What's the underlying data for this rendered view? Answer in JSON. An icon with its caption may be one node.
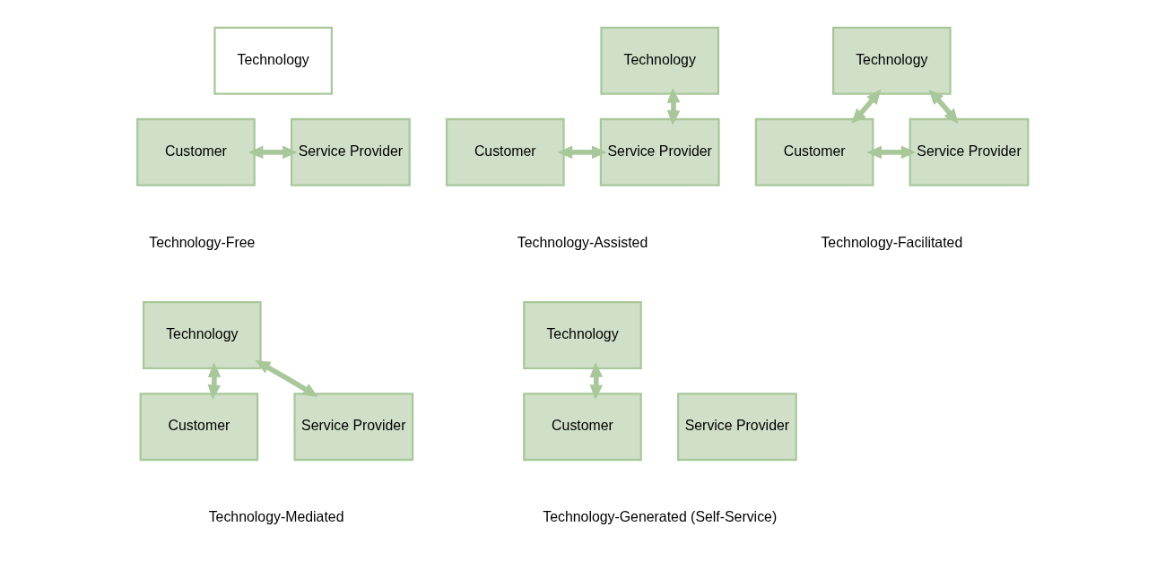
{
  "diagram": {
    "nodes": [
      {
        "text": [
          "Technology"
        ]
      },
      {
        "text": [
          "Customer"
        ]
      },
      {
        "text": [
          "Service Provider"
        ]
      },
      {
        "text": [
          "Technology"
        ]
      },
      {
        "text": [
          "Customer"
        ]
      },
      {
        "text": [
          "Service Provider"
        ]
      },
      {
        "text": [
          "Technology"
        ]
      },
      {
        "text": [
          "Customer"
        ]
      },
      {
        "text": [
          "Service Provider"
        ]
      },
      {
        "text": [
          "Technology"
        ]
      },
      {
        "text": [
          "Customer"
        ]
      },
      {
        "text": [
          "Service Provider"
        ]
      },
      {
        "text": [
          "Technology"
        ]
      },
      {
        "text": [
          "Customer"
        ]
      },
      {
        "text": [
          "Service Provider"
        ]
      }
    ],
    "edges": [
      {
        "from": 1,
        "to": 2,
        "arrow": "both"
      },
      {
        "from": 5,
        "to": 3,
        "arrow": "both"
      },
      {
        "from": 4,
        "to": 5,
        "arrow": "both"
      },
      {
        "from": 7,
        "to": 6,
        "arrow": "both"
      },
      {
        "from": 8,
        "to": 6,
        "arrow": "both"
      },
      {
        "from": 7,
        "to": 8,
        "arrow": "both"
      },
      {
        "from": 9,
        "to": 10,
        "arrow": "both"
      },
      {
        "from": 9,
        "to": 11,
        "arrow": "both"
      },
      {
        "from": 12,
        "to": 13,
        "arrow": "both"
      }
    ],
    "labels": [
      "Technology-Free",
      "Technology-Assisted",
      "Technology-Facilitated",
      "Technology-Mediated",
      "Technology-Generated (Self-Service)"
    ]
  }
}
